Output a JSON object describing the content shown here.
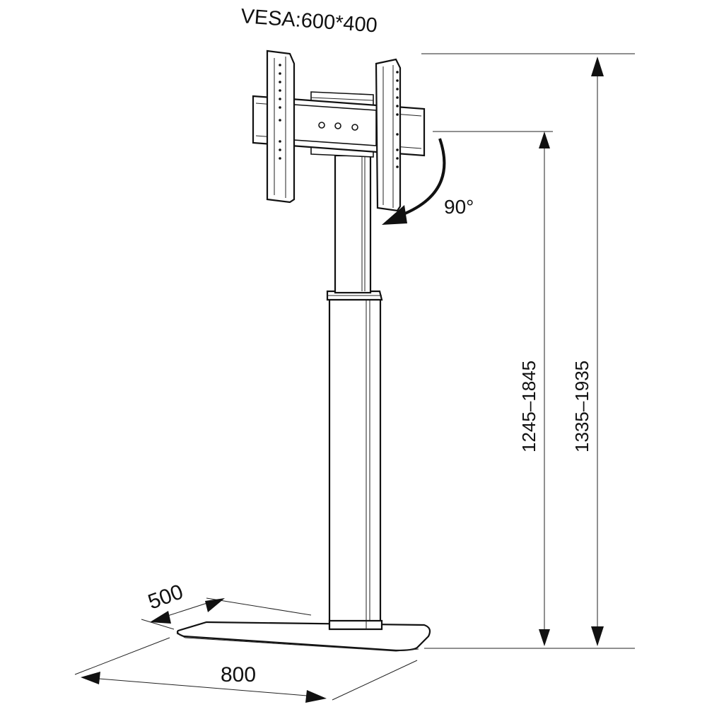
{
  "labels": {
    "vesa": "VESA:600*400",
    "rotation": "90°",
    "height_inner": "1245–1845",
    "height_outer": "1335–1935",
    "base_depth": "500",
    "base_width": "800"
  },
  "colors": {
    "line": "#111111",
    "background": "#ffffff"
  }
}
